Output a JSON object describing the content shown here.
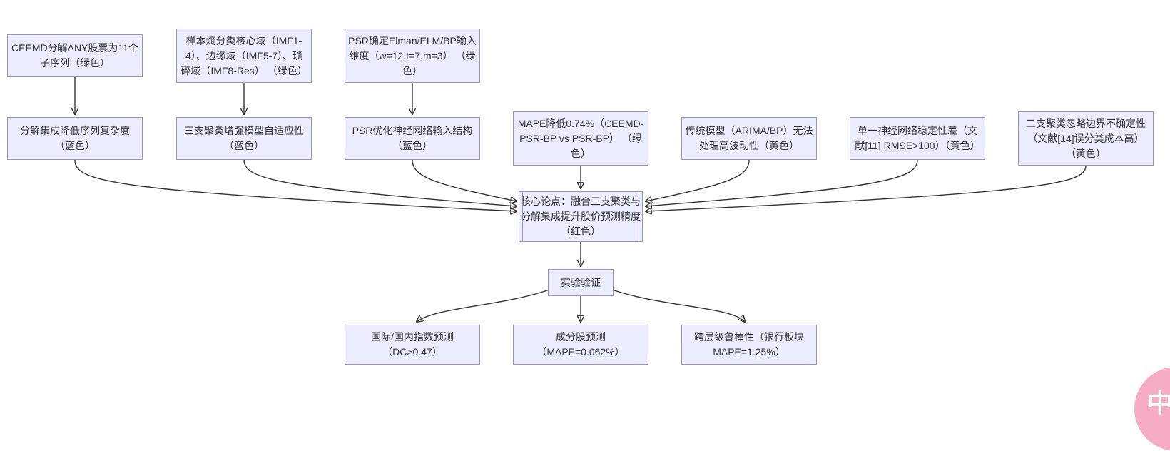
{
  "diagram": {
    "colors": {
      "node_fill": "#ECECFF",
      "node_border": "#9D8EC7",
      "edge": "#333333",
      "text": "#333333",
      "badge_pink": "#F7ACC6"
    },
    "nodes": {
      "ceemd": {
        "label": "CEEMD分解ANY股票为11个\n子序列（绿色）"
      },
      "entropy": {
        "label": "样本熵分类核心域（IMF1-\n4）、边缘域（IMF5-7）、琐\n碎域（IMF8-Res） （绿色）"
      },
      "psr_input": {
        "label": "PSR确定Elman/ELM/BP输入\n维度（w=12,t=7,m=3） （绿\n色）"
      },
      "decomp": {
        "label": "分解集成降低序列复杂度\n（蓝色）"
      },
      "threeway": {
        "label": "三支聚类增强模型自适应性\n（蓝色）"
      },
      "psr_opt": {
        "label": "PSR优化神经网络输入结构\n（蓝色）"
      },
      "mape": {
        "label": "MAPE降低0.74%（CEEMD-\nPSR-BP vs PSR-BP） （绿\n色）"
      },
      "traditional": {
        "label": "传统模型（ARIMA/BP）无法\n处理高波动性（黄色）"
      },
      "single_nn": {
        "label": "单一神经网络稳定性差（文\n献[11] RMSE>100）（黄色）"
      },
      "twoway": {
        "label": "二支聚类忽略边界不确定性\n（文献[14]误分类成本高）\n（黄色）"
      },
      "core": {
        "label": "核心论点：融合三支聚类与\n分解集成提升股价预测精度\n（红色）"
      },
      "experiment": {
        "label": "实验验证"
      },
      "index_pred": {
        "label": "国际/国内指数预测\n（DC>0.47）"
      },
      "component_pred": {
        "label": "成分股预测\n（MAPE=0.062%）"
      },
      "robustness": {
        "label": "跨层级鲁棒性（银行板块\nMAPE=1.25%）"
      }
    },
    "edges": [
      {
        "from": "ceemd",
        "to": "decomp"
      },
      {
        "from": "entropy",
        "to": "threeway"
      },
      {
        "from": "psr_input",
        "to": "psr_opt"
      },
      {
        "from": "decomp",
        "to": "core"
      },
      {
        "from": "threeway",
        "to": "core"
      },
      {
        "from": "psr_opt",
        "to": "core"
      },
      {
        "from": "mape",
        "to": "core"
      },
      {
        "from": "traditional",
        "to": "core"
      },
      {
        "from": "single_nn",
        "to": "core"
      },
      {
        "from": "twoway",
        "to": "core"
      },
      {
        "from": "core",
        "to": "experiment"
      },
      {
        "from": "experiment",
        "to": "index_pred"
      },
      {
        "from": "experiment",
        "to": "component_pred"
      },
      {
        "from": "experiment",
        "to": "robustness"
      }
    ]
  },
  "badge": {
    "label": "中A"
  }
}
